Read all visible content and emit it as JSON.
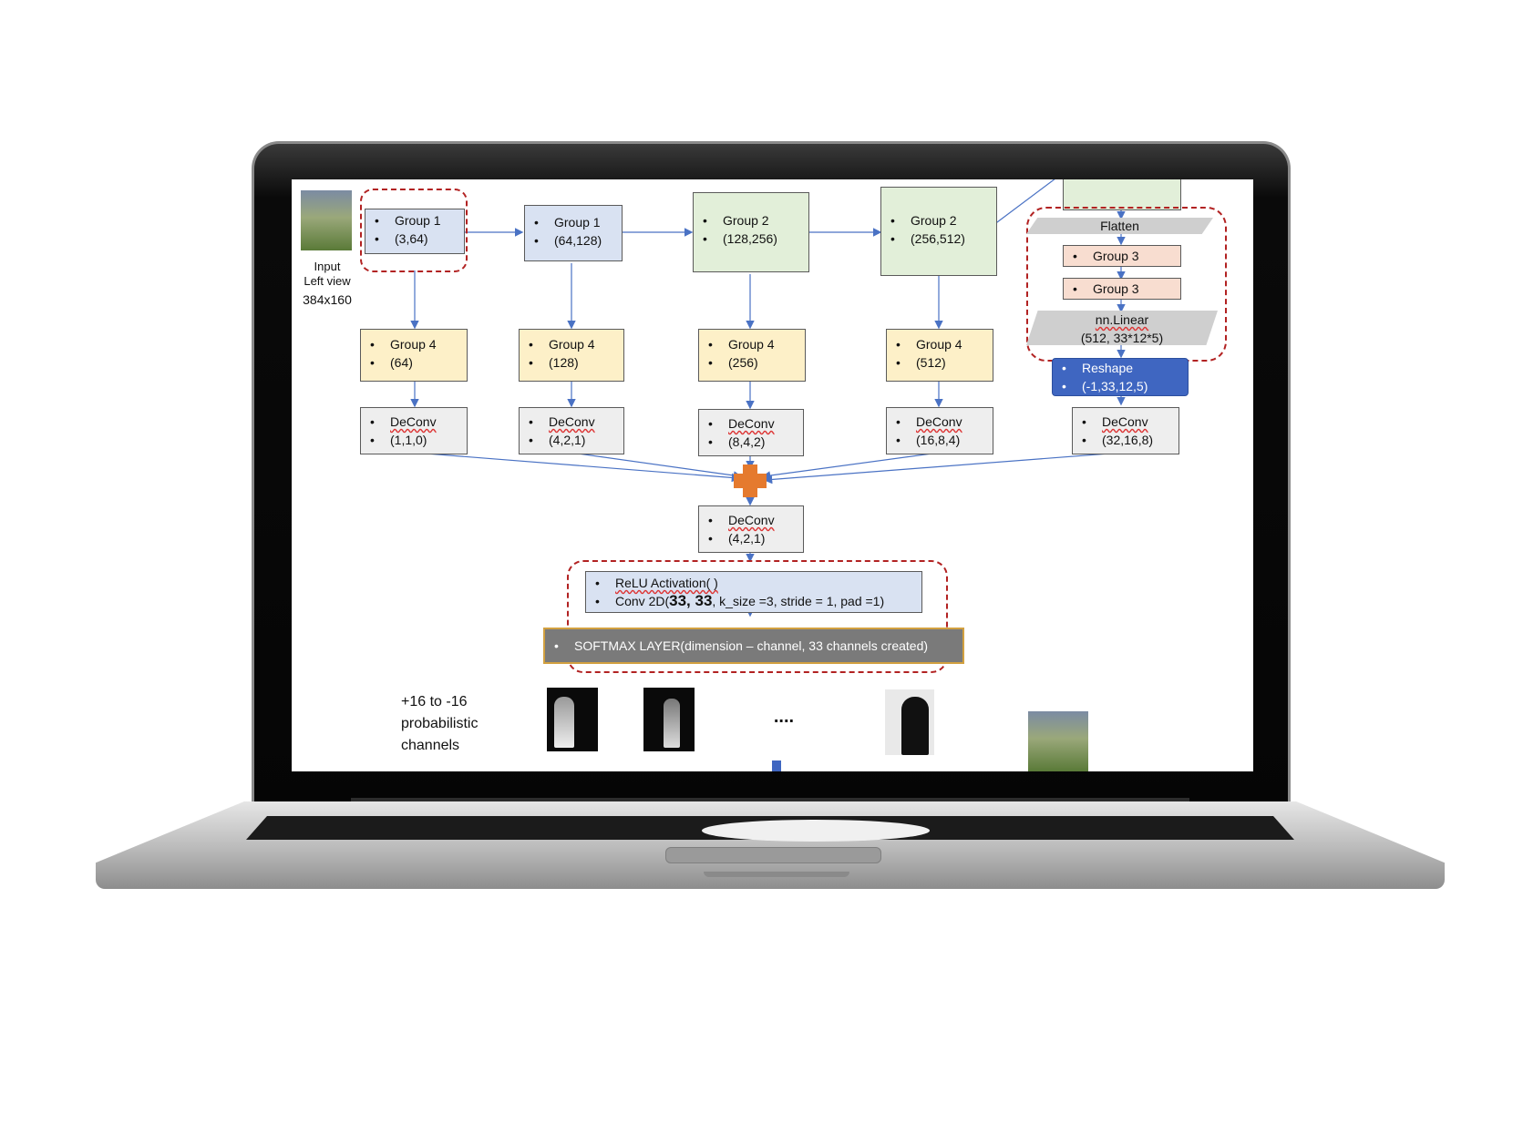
{
  "diagram": {
    "input": {
      "line1": "Input",
      "line2": "Left view",
      "line3": "384x160"
    },
    "row_main": [
      {
        "l1": "Group 1",
        "l2": "(3,64)"
      },
      {
        "l1": "Group 1",
        "l2": "(64,128)"
      },
      {
        "l1": "Group 2",
        "l2": "(128,256)"
      },
      {
        "l1": "Group 2",
        "l2": "(256,512)"
      }
    ],
    "row_g4": [
      {
        "l1": "Group 4",
        "l2": "(64)"
      },
      {
        "l1": "Group 4",
        "l2": "(128)"
      },
      {
        "l1": "Group 4",
        "l2": "(256)"
      },
      {
        "l1": "Group 4",
        "l2": "(512)"
      }
    ],
    "row_deconv": [
      {
        "l1": "DeConv",
        "l2": "(1,1,0)"
      },
      {
        "l1": "DeConv",
        "l2": "(4,2,1)"
      },
      {
        "l1": "DeConv",
        "l2": "(8,4,2)"
      },
      {
        "l1": "DeConv",
        "l2": "(16,8,4)"
      },
      {
        "l1": "DeConv",
        "l2": "(32,16,8)"
      }
    ],
    "right_column": {
      "flatten": "Flatten",
      "g3a": "Group 3",
      "g3b": "Group 3",
      "linear_l1": "nn.Linear",
      "linear_l2": "(512, 33*12*5)",
      "reshape_l1": "Reshape",
      "reshape_l2": "(-1,33,12,5)"
    },
    "center_deconv": {
      "l1": "DeConv",
      "l2": "(4,2,1)"
    },
    "relu": "ReLU Activation( )",
    "conv_prefix": "Conv 2D(",
    "conv_bold": "33, 33",
    "conv_suffix": ", k_size =3, stride = 1, pad =1)",
    "softmax": "SOFTMAX LAYER(dimension – channel, 33 channels created)",
    "channels_label": {
      "l1": "+16 to -16",
      "l2": "probabilistic",
      "l3": "channels"
    },
    "ellipsis": "....",
    "colors": {
      "plus": "#e57a2e",
      "arrow": "#4a72c4",
      "dash": "#b22222"
    }
  }
}
